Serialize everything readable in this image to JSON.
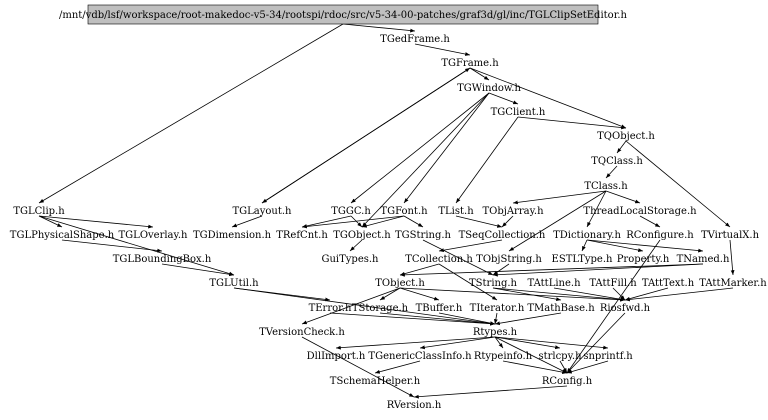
{
  "title": "/mnt/vdb/lsf/workspace/root-makedoc-v5-34/rootspi/rdoc/src/v5-34-00-patches/graf3d/gl/inc/TGLClipSetEditor.h",
  "nodes": [
    "TGedFrame.h",
    "TGFrame.h",
    "TGWindow.h",
    "TGClient.h",
    "TQObject.h",
    "TQClass.h",
    "TClass.h",
    "TGLClip.h",
    "TGLayout.h",
    "TGGC.h",
    "TGFont.h",
    "TList.h",
    "TObjArray.h",
    "ThreadLocalStorage.h",
    "TGLPhysicalShape.h",
    "TGLOverlay.h",
    "TGDimension.h",
    "TRefCnt.h",
    "TGObject.h",
    "TGString.h",
    "TSeqCollection.h",
    "TDictionary.h",
    "RConfigure.h",
    "TVirtualX.h",
    "TGLBoundingBox.h",
    "GuiTypes.h",
    "TCollection.h",
    "TObjString.h",
    "ESTLType.h",
    "Property.h",
    "TNamed.h",
    "TGLUtil.h",
    "TObject.h",
    "TString.h",
    "TAttLine.h",
    "TAttFill.h",
    "TAttText.h",
    "TAttMarker.h",
    "TError.h",
    "TStorage.h",
    "TBuffer.h",
    "TIterator.h",
    "TMathBase.h",
    "Riosfwd.h",
    "TVersionCheck.h",
    "Rtypes.h",
    "DllImport.h",
    "TGenericClassInfo.h",
    "Rtypeinfo.h",
    "strlcpy.h",
    "snprintf.h",
    "TSchemaHelper.h",
    "RConfig.h",
    "RVersion.h"
  ],
  "edges": [
    [
      "title",
      "TGedFrame.h"
    ],
    [
      "title",
      "TGLClip.h"
    ],
    [
      "TGedFrame.h",
      "TGFrame.h"
    ],
    [
      "TGFrame.h",
      "TGWindow.h"
    ],
    [
      "TGFrame.h",
      "TQObject.h"
    ],
    [
      "TGFrame.h",
      "TGLayout.h"
    ],
    [
      "TGWindow.h",
      "TGClient.h"
    ],
    [
      "TGWindow.h",
      "TGGC.h"
    ],
    [
      "TGWindow.h",
      "TGFont.h"
    ],
    [
      "TGWindow.h",
      "TGObject.h"
    ],
    [
      "TGClient.h",
      "TQObject.h"
    ],
    [
      "TGClient.h",
      "TList.h"
    ],
    [
      "TQObject.h",
      "TQClass.h"
    ],
    [
      "TQObject.h",
      "TVirtualX.h"
    ],
    [
      "TQClass.h",
      "TClass.h"
    ],
    [
      "TClass.h",
      "TObjArray.h"
    ],
    [
      "TClass.h",
      "ThreadLocalStorage.h"
    ],
    [
      "TClass.h",
      "TDictionary.h"
    ],
    [
      "TClass.h",
      "TObjString.h"
    ],
    [
      "TGLClip.h",
      "TGLPhysicalShape.h"
    ],
    [
      "TGLClip.h",
      "TGLOverlay.h"
    ],
    [
      "TGLClip.h",
      "TGLUtil.h"
    ],
    [
      "TGLPhysicalShape.h",
      "TGLBoundingBox.h"
    ],
    [
      "TGLBoundingBox.h",
      "TGLUtil.h"
    ],
    [
      "TGLayout.h",
      "TGDimension.h"
    ],
    [
      "TGLayout.h",
      "TGFrame.h"
    ],
    [
      "TGGC.h",
      "TRefCnt.h"
    ],
    [
      "TGGC.h",
      "TGObject.h"
    ],
    [
      "TGFont.h",
      "TGObject.h"
    ],
    [
      "TGFont.h",
      "TRefCnt.h"
    ],
    [
      "TGFont.h",
      "TGString.h"
    ],
    [
      "TGObject.h",
      "GuiTypes.h"
    ],
    [
      "TGString.h",
      "TString.h"
    ],
    [
      "TList.h",
      "TSeqCollection.h"
    ],
    [
      "TObjArray.h",
      "TSeqCollection.h"
    ],
    [
      "TSeqCollection.h",
      "TCollection.h"
    ],
    [
      "ThreadLocalStorage.h",
      "RConfigure.h"
    ],
    [
      "TDictionary.h",
      "ESTLType.h"
    ],
    [
      "TDictionary.h",
      "Property.h"
    ],
    [
      "TDictionary.h",
      "TNamed.h"
    ],
    [
      "TVirtualX.h",
      "TAttMarker.h"
    ],
    [
      "TCollection.h",
      "TObject.h"
    ],
    [
      "TCollection.h",
      "TIterator.h"
    ],
    [
      "TObjString.h",
      "TString.h"
    ],
    [
      "TNamed.h",
      "TObject.h"
    ],
    [
      "TNamed.h",
      "TString.h"
    ],
    [
      "TGLUtil.h",
      "TError.h"
    ],
    [
      "TGLUtil.h",
      "Rtypes.h"
    ],
    [
      "TObject.h",
      "TStorage.h"
    ],
    [
      "TObject.h",
      "TBuffer.h"
    ],
    [
      "TObject.h",
      "Riosfwd.h"
    ],
    [
      "TObject.h",
      "TVersionCheck.h"
    ],
    [
      "TString.h",
      "TMathBase.h"
    ],
    [
      "TString.h",
      "Riosfwd.h"
    ],
    [
      "TAttLine.h",
      "Riosfwd.h"
    ],
    [
      "TAttFill.h",
      "Riosfwd.h"
    ],
    [
      "TAttText.h",
      "Riosfwd.h"
    ],
    [
      "TAttMarker.h",
      "Riosfwd.h"
    ],
    [
      "TStorage.h",
      "Rtypes.h"
    ],
    [
      "TBuffer.h",
      "Rtypes.h"
    ],
    [
      "TIterator.h",
      "Rtypes.h"
    ],
    [
      "TMathBase.h",
      "Rtypes.h"
    ],
    [
      "Riosfwd.h",
      "RConfig.h"
    ],
    [
      "TError.h",
      "Rtypes.h"
    ],
    [
      "TVersionCheck.h",
      "RVersion.h"
    ],
    [
      "Rtypes.h",
      "DllImport.h"
    ],
    [
      "Rtypes.h",
      "TGenericClassInfo.h"
    ],
    [
      "Rtypes.h",
      "Rtypeinfo.h"
    ],
    [
      "Rtypes.h",
      "strlcpy.h"
    ],
    [
      "Rtypes.h",
      "snprintf.h"
    ],
    [
      "Rtypes.h",
      "RConfig.h"
    ],
    [
      "TGenericClassInfo.h",
      "TSchemaHelper.h"
    ],
    [
      "Rtypeinfo.h",
      "RConfig.h"
    ],
    [
      "strlcpy.h",
      "RConfig.h"
    ],
    [
      "snprintf.h",
      "RConfig.h"
    ],
    [
      "RConfig.h",
      "RVersion.h"
    ],
    [
      "RConfigure.h",
      "RConfig.h"
    ]
  ]
}
